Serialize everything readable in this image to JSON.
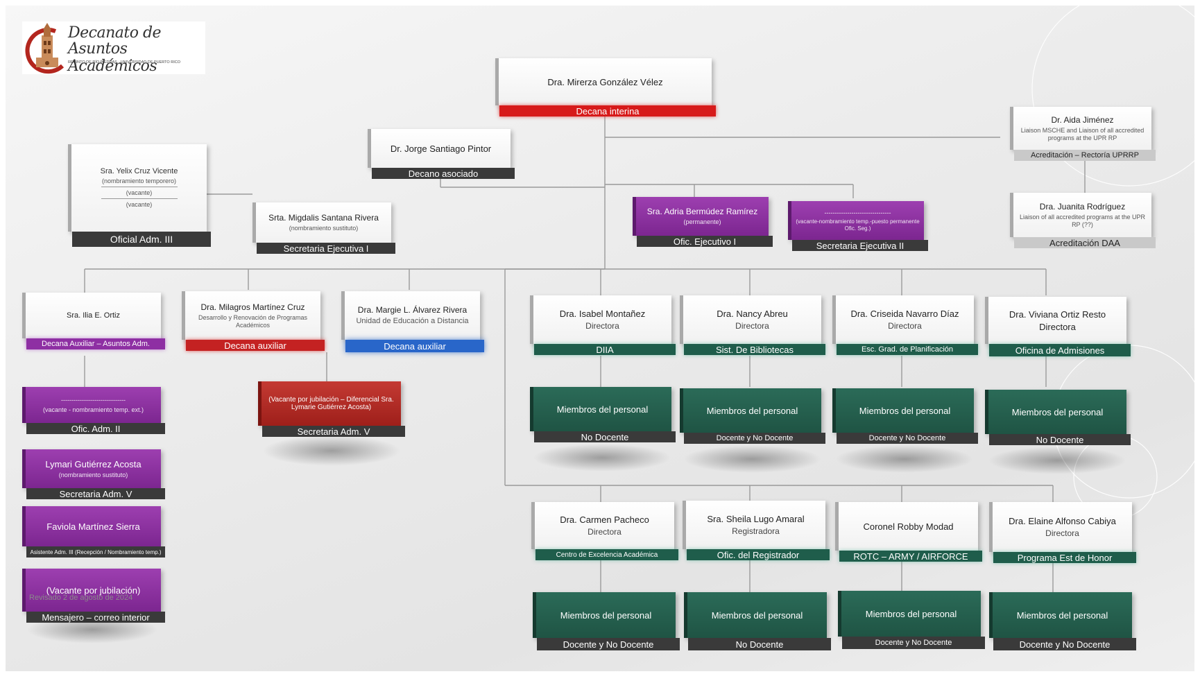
{
  "logo": {
    "title_line1": "Decanato de",
    "title_line2": "Asuntos Académicos",
    "subtitle": "RECINTO DE RÍO PIEDRAS · UNIVERSIDAD DE PUERTO RICO",
    "icon": "university-tower-icon"
  },
  "revision": "Revisado 2 de agosto de 2024",
  "colors": {
    "red_bar": "#d71a1a",
    "purple": "#8e2fa3",
    "green": "#1f5d4b",
    "blue_bar": "#2966c9",
    "dark_bar": "#3a3a3a"
  },
  "dean": {
    "name": "Dra. Mirerza González Vélez",
    "title": "Decana interina"
  },
  "associate_dean": {
    "name": "Dr. Jorge Santiago Pintor",
    "title": "Decano asociado"
  },
  "oficial_adm_iii": {
    "line1": "Sra. Yelix Cruz Vicente",
    "line2": "(nombramiento temporero)",
    "line3": "(vacante)",
    "line4": "(vacante)",
    "title": "Oficial Adm. III"
  },
  "secretaria_ejecutiva_i": {
    "name": "Srta. Migdalis Santana Rivera",
    "note": "(nombramiento sustituto)",
    "title": "Secretaria Ejecutiva I"
  },
  "ofic_ejecutivo_i": {
    "name": "Sra. Adria Bermúdez Ramírez",
    "note": "(permanente)",
    "title": "Ofic. Ejecutivo I"
  },
  "secretaria_ejecutiva_ii": {
    "dash": "--------------------------------",
    "note": "(vacante-nombramiento temp.-puesto permanente Ofic. Seg.)",
    "title": "Secretaria Ejecutiva II"
  },
  "acreditacion_rectoria": {
    "name": "Dr. Aida Jiménez",
    "note": "Liaison MSCHE and Liaison of all accredited programs at the UPR RP",
    "title": "Acreditación – Rectoría UPRRP"
  },
  "acreditacion_daa": {
    "name": "Dra. Juanita Rodríguez",
    "note": "Liaison of all accredited programs at the UPR RP (??)",
    "title": "Acreditación  DAA"
  },
  "auxiliary_deans": [
    {
      "name": "Sra. Ilia E. Ortiz",
      "sub": "",
      "title": "Decana Auxiliar – Asuntos Adm."
    },
    {
      "name": "Dra. Milagros Martínez Cruz",
      "sub": "Desarrollo y Renovación de Programas Académicos",
      "title": "Decana auxiliar"
    },
    {
      "name": "Dra. Margie L. Álvarez Rivera",
      "sub": "Unidad de Educación a Distancia",
      "title": "Decana auxiliar"
    }
  ],
  "admin_staff": [
    {
      "name": "-------------------------------",
      "note": "(vacante - nombramiento temp. ext.)",
      "title": "Ofic. Adm. II"
    },
    {
      "name": "Lymari Gutiérrez  Acosta",
      "note": "(nombramiento sustituto)",
      "title": "Secretaria Adm. V"
    },
    {
      "name": "Faviola Martínez Sierra",
      "note": "",
      "title": "Asistente Adm. III (Recepción / Nombramiento temp.)"
    },
    {
      "name": "(Vacante por jubilación)",
      "note": "",
      "title": "Mensajero – correo interior"
    }
  ],
  "secretaria_adm_v_vacante": {
    "text": "(Vacante por jubilación – Diferencial Sra. Lymarie Gutiérrez Acosta)",
    "title": "Secretaria Adm. V"
  },
  "directors_row1": [
    {
      "name": "Dra. Isabel Montañez",
      "role": "Directora",
      "unit": "DIIA"
    },
    {
      "name": "Dra. Nancy Abreu",
      "role": "Directora",
      "unit": "Sist. De Bibliotecas"
    },
    {
      "name": "Dra. Criseida  Navarro Díaz",
      "role": "Directora",
      "unit": "Esc. Grad. de Planificación"
    },
    {
      "name": "Dra. Viviana Ortiz Resto",
      "role": "Directora",
      "unit": "Oficina de Admisiones"
    }
  ],
  "staff_row1": [
    {
      "label": "Miembros del personal",
      "type": "No Docente"
    },
    {
      "label": "Miembros del personal",
      "type": "Docente y No Docente"
    },
    {
      "label": "Miembros del personal",
      "type": "Docente y No Docente"
    },
    {
      "label": "Miembros del personal",
      "type": "No Docente"
    }
  ],
  "directors_row2": [
    {
      "name": "Dra. Carmen Pacheco",
      "role": "Directora",
      "unit": "Centro de Excelencia Académica"
    },
    {
      "name": "Sra. Sheila Lugo Amaral",
      "role": "Registradora",
      "unit": "Ofic. del Registrador"
    },
    {
      "name": "Coronel  Robby  Modad",
      "role": "",
      "unit": "ROTC – ARMY / AIRFORCE"
    },
    {
      "name": "Dra. Elaine Alfonso Cabiya",
      "role": "Directora",
      "unit": "Programa Est de Honor"
    }
  ],
  "staff_row2": [
    {
      "label": "Miembros del personal",
      "type": "Docente y No Docente"
    },
    {
      "label": "Miembros del personal",
      "type": "No Docente"
    },
    {
      "label": "Miembros del personal",
      "type": "Docente y No Docente"
    },
    {
      "label": "Miembros del personal",
      "type": "Docente y No Docente"
    }
  ]
}
